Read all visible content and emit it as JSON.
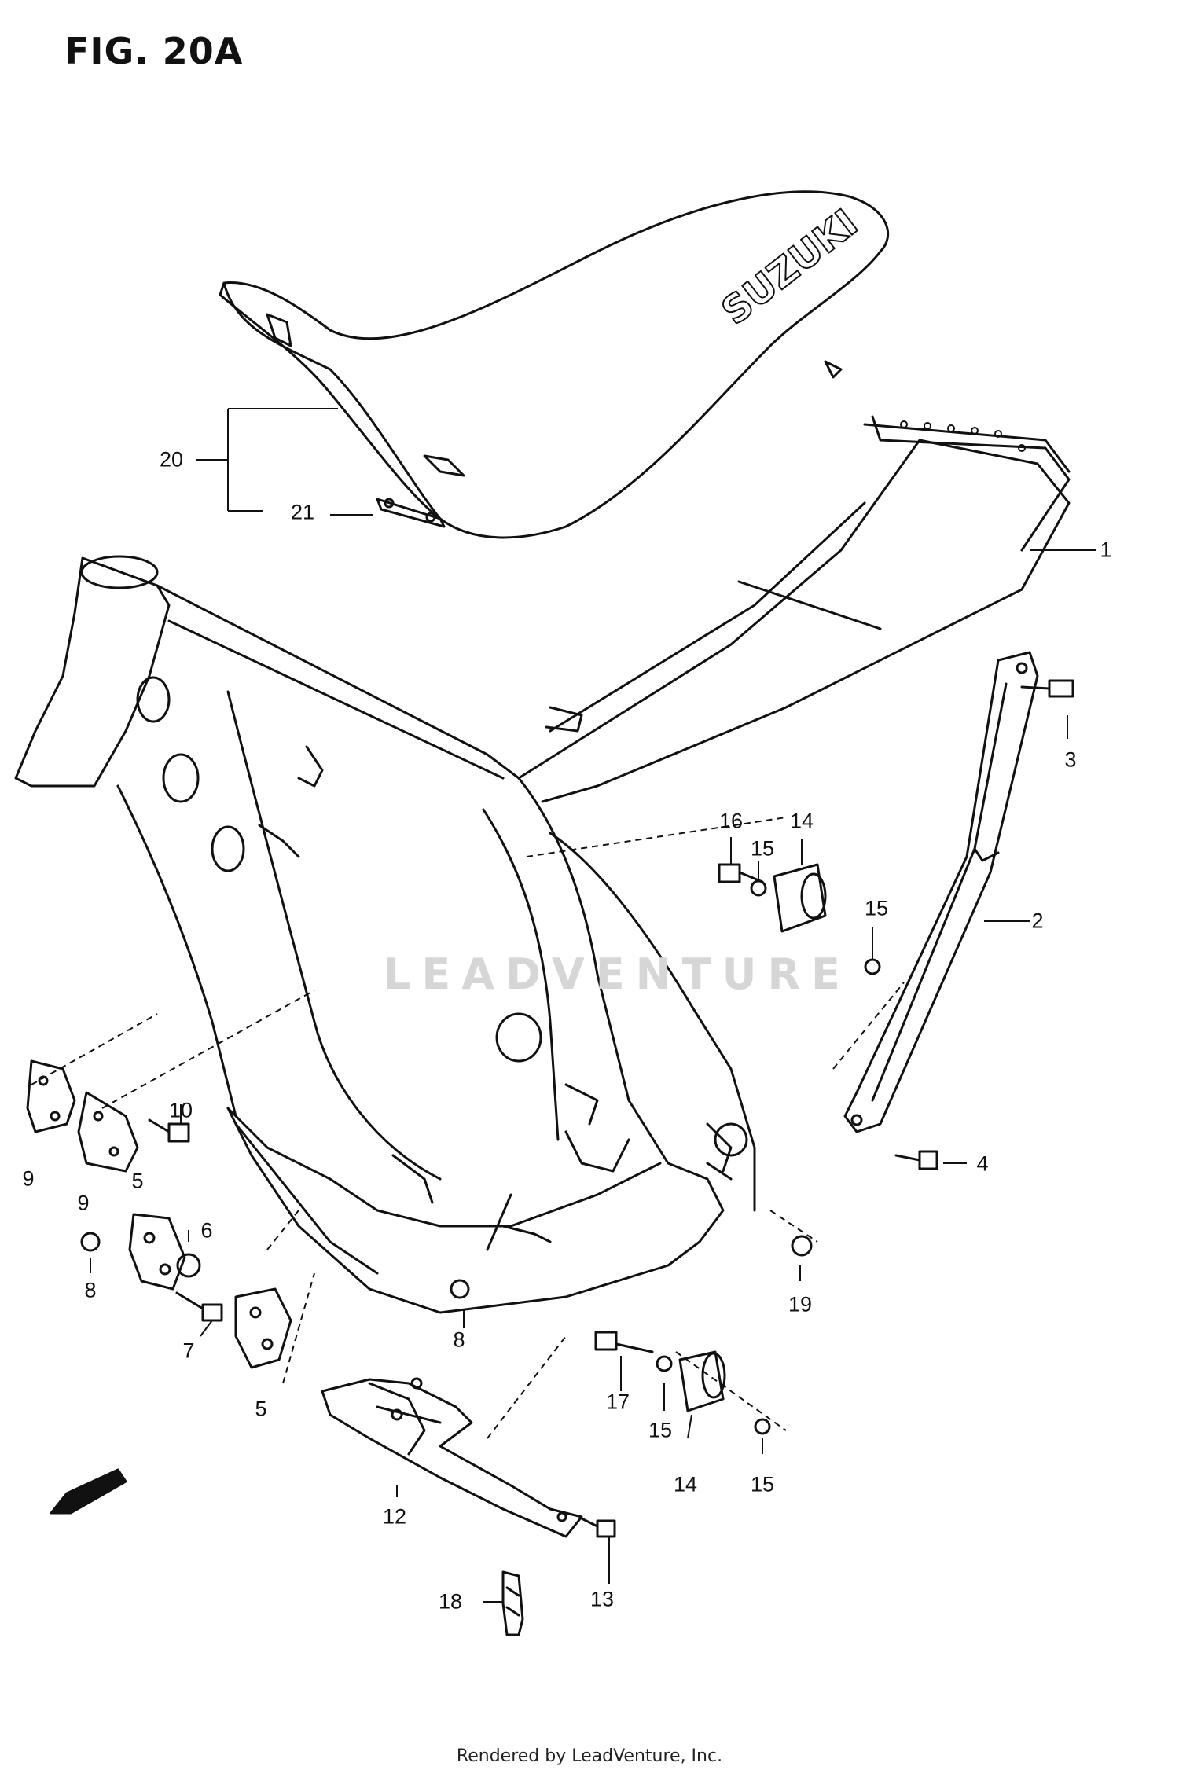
{
  "figure": {
    "title": "FIG. 20A",
    "seat_logo": "SUZUKI",
    "watermark": "LEADVENTURE",
    "footer": "Rendered by LeadVenture, Inc."
  },
  "callouts": {
    "c1": "1",
    "c2": "2",
    "c3": "3",
    "c4": "4",
    "c5a": "5",
    "c5b": "5",
    "c6": "6",
    "c7": "7",
    "c8a": "8",
    "c8b": "8",
    "c9a": "9",
    "c9b": "9",
    "c10": "10",
    "c12": "12",
    "c13": "13",
    "c14a": "14",
    "c14b": "14",
    "c15a": "15",
    "c15b": "15",
    "c15c": "15",
    "c15d": "15",
    "c16": "16",
    "c17": "17",
    "c18": "18",
    "c19": "19",
    "c20": "20",
    "c21": "21"
  },
  "colors": {
    "line": "#111111",
    "watermark": "#d6d6d6",
    "background": "#ffffff"
  }
}
